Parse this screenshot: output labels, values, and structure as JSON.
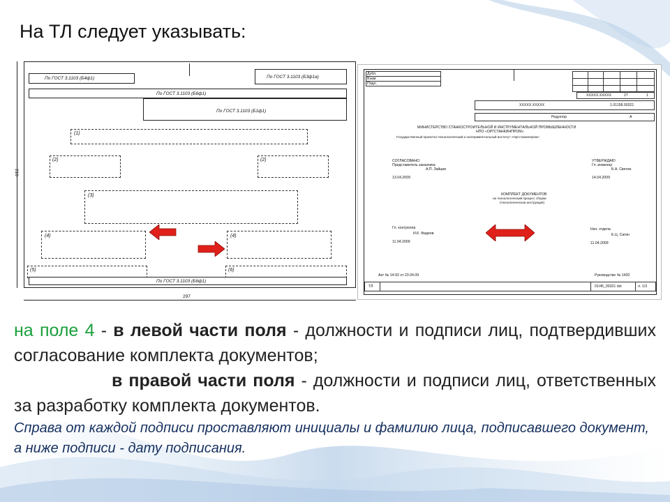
{
  "slide": {
    "title": "На ТЛ следует указывать:"
  },
  "left_drawing": {
    "box_gost_b4f1": "По ГОСТ 3.1103 (Б4ф1)",
    "box_gost_b3f1a": "По ГОСТ 3.1103 (Б3ф1а)",
    "box_gost_b6f1_top": "По ГОСТ 3.1103 (Б6ф1)",
    "box_gost_b1f1": "По ГОСТ 3.1103 (Б1ф1)",
    "box_gost_b6f1_bottom": "По ГОСТ 3.1103 (Б6ф1)",
    "field_1": "(1)",
    "field_2_left": "(2)",
    "field_2_right": "(2)",
    "field_3": "(3)",
    "field_4_left": "(4)",
    "field_4_right": "(4)",
    "field_5": "(5)",
    "field_6": "(6)",
    "dim_height": "210",
    "dim_width": "297"
  },
  "right_drawing": {
    "stamp_rows": [
      "Дубл.",
      "Взам.",
      "Подл."
    ],
    "code_1": "XXXXX.XXXXX",
    "sheet_num": "27",
    "sheet_total": "1",
    "code_2": "XXXXX.XXXXX",
    "code_3": "1.01158.00321",
    "editor": "Редуктор",
    "editor_letter": "А",
    "ministry": "МИНИСТЕРСТВО СТАНКОСТРОИТЕЛЬНОЙ И ИНСТРУМЕНТАЛЬНОЙ ПРОМЫШЛЕННОСТИ",
    "org": "НПО «ОРГСТАНКИНПРОМ»",
    "institute": "Государственный проектно-технологический и экспериментальный институт «Оргстанкинпром»",
    "agreed": "СОГЛАСОВАНО",
    "agreed_role": "Представитель заказчика",
    "agreed_name": "А.П. Зайцев",
    "agreed_date": "13.04.2009",
    "approved": "УТВЕРЖДАЮ",
    "approved_role": "Гл. инженер",
    "approved_name": "Б.А. Светин",
    "approved_date": "14.04.2009",
    "doc_title": "КОМПЛЕКТ ДОКУМЕНТОВ",
    "doc_subtitle": "на технологический процесс сборки",
    "doc_subtitle2": "(технологическая инструкция)",
    "left_sign_role": "Гл. контролер",
    "left_sign_name": "И.К. Фадеев",
    "left_sign_date": "11.04.2009",
    "right_sign_role": "Нач. отдела",
    "right_sign_name": "Е.Ц. Сагин",
    "right_sign_date": "11.04.2009",
    "act": "Акт № 14-92 от 23.04.09",
    "manual": "Руководство № 1420",
    "footer_tl": "ТЛ",
    "footer_code": "01/45_00321 dxt",
    "footer_sheet": "л. 1/3"
  },
  "body": {
    "p1_field": "на поле 4",
    "p1_dash1": " - ",
    "p1_left": "в левой части поля",
    "p1_rest": " - должности и подписи лиц, подтвердивших согласование комплекта документов;",
    "p2_right": "в правой части поля",
    "p2_rest": " - должности и подписи лиц, ответственных за разработку комплекта документов.",
    "note": "Справа от каждой подписи проставляют инициалы и фамилию лица, подписавшего документ, а ниже подписи - дату подписания."
  },
  "colors": {
    "accent_green": "#1a9f3c",
    "note_blue": "#16305f",
    "arrow_red": "#e0201a"
  }
}
